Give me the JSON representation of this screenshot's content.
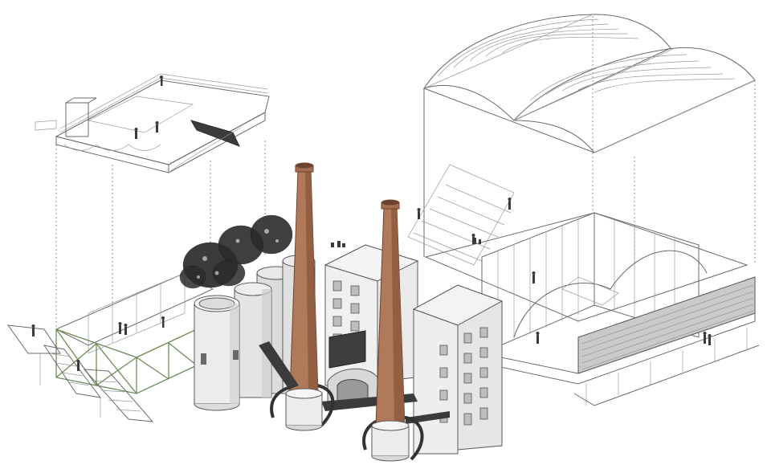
{
  "palette": {
    "background": "#ffffff",
    "line": "#6a6a6a",
    "chimney_brick": "#b0795a",
    "chimney_shade": "#8e5a3f",
    "concrete_light": "#efefef",
    "concrete_mid": "#d9d9d9",
    "concrete_dark": "#bdbdbd",
    "steel_green": "#6f8a5a",
    "tree_dark": "#2b2b2b",
    "facade_screen": "#9a9a9a"
  },
  "components": [
    {
      "id": "rooftop-deck",
      "icon": "exploded-roof-terrace"
    },
    {
      "id": "vaulted-roof",
      "icon": "exploded-barrel-vault-roof"
    },
    {
      "id": "silos",
      "icon": "concrete-silo-cluster"
    },
    {
      "id": "chimneys",
      "icon": "brick-chimney"
    },
    {
      "id": "factory-blocks",
      "icon": "masonry-building"
    },
    {
      "id": "glass-hall",
      "icon": "glazed-hall"
    },
    {
      "id": "green-truss",
      "icon": "steel-truss-frame"
    },
    {
      "id": "trees",
      "icon": "tree-canopy"
    }
  ]
}
